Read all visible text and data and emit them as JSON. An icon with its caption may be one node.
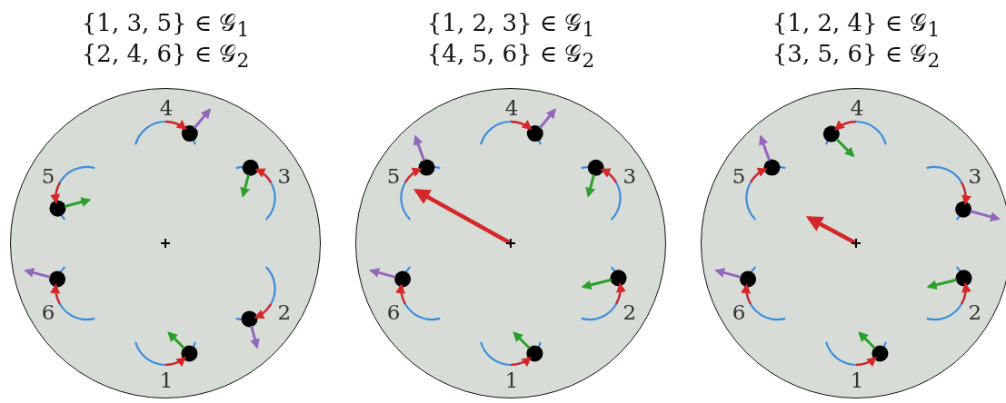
{
  "diagram": {
    "nodes": [
      {
        "text": [],
        "shape": "circle",
        "beside": [
          "{1, 3, 5} ∈ 𝒢$_{1}$",
          "{2, 4, 6} ∈ 𝒢$_{2}$"
        ]
      },
      {
        "text": [],
        "shape": "circle",
        "beside": [
          "{1, 2, 3} ∈ 𝒢$_{1}$",
          "{4, 5, 6} ∈ 𝒢$_{2}$"
        ]
      },
      {
        "text": [],
        "shape": "circle",
        "beside": [
          "{1, 2, 4} ∈ 𝒢$_{1}$",
          "{3, 5, 6} ∈ 𝒢$_{2}$"
        ]
      }
    ],
    "labels": [
      "1",
      "2",
      "3",
      "4",
      "5",
      "6",
      "1",
      "2",
      "3",
      "4",
      "5",
      "6",
      "1",
      "2",
      "3",
      "4",
      "5",
      "6"
    ]
  }
}
